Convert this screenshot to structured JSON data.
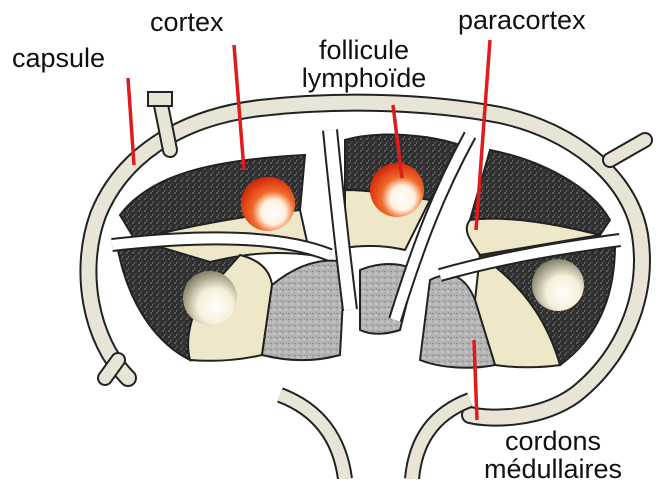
{
  "labels": {
    "capsule": "capsule",
    "cortex": "cortex",
    "follicule_line1": "follicule",
    "follicule_line2": "lymphoïde",
    "paracortex": "paracortex",
    "cordons_line1": "cordons",
    "cordons_line2": "médullaires"
  },
  "colors": {
    "capsule": "#e9e5d6",
    "cortex_dark": "#2f2f2f",
    "paracortex": "#efe8c8",
    "medulla": "#a9a9a9",
    "follicle_red": "#e83a12",
    "follicle_cream": "#f4efd8",
    "pointer": "#e01b1b"
  }
}
